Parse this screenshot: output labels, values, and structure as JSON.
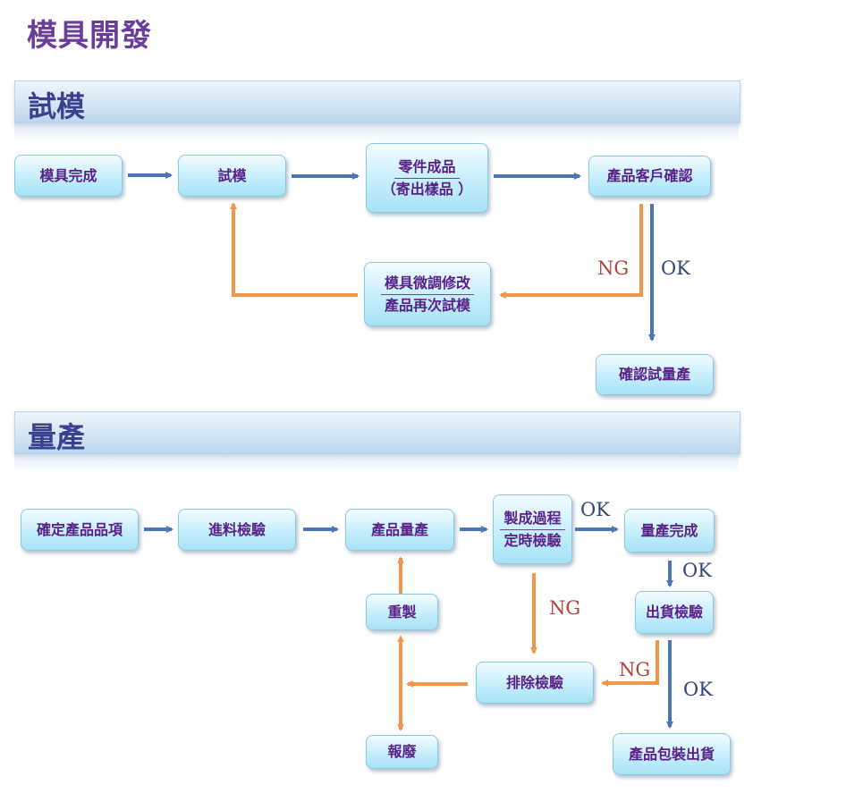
{
  "title": "模具開發",
  "sections": {
    "trial": "試模",
    "mass": "量產"
  },
  "trial_nodes": {
    "mold_done": "模具完成",
    "trial": "試模",
    "parts_l1": "零件成品",
    "parts_l2": "（寄出樣品 ）",
    "confirm": "產品客戶確認",
    "modify_l1": "模具微調修改",
    "modify_l2": "產品再次試模",
    "confirm_trial": "確認試量產"
  },
  "mass_nodes": {
    "determine": "確定產品品項",
    "incoming": "進料檢驗",
    "produce": "產品量產",
    "process_l1": "製成過程",
    "process_l2": "定時檢驗",
    "mass_done": "量產完成",
    "rework": "重製",
    "ship_check": "出貨檢驗",
    "exclude": "排除檢驗",
    "scrap": "報廢",
    "pack": "產品包裝出貨"
  },
  "labels": {
    "ng": "NG",
    "ok": "OK"
  },
  "colors": {
    "blue_arrow": "#4a76b8",
    "orange_arrow": "#f2974a",
    "node_text": "#5a1f86",
    "title": "#6a3d9a"
  }
}
